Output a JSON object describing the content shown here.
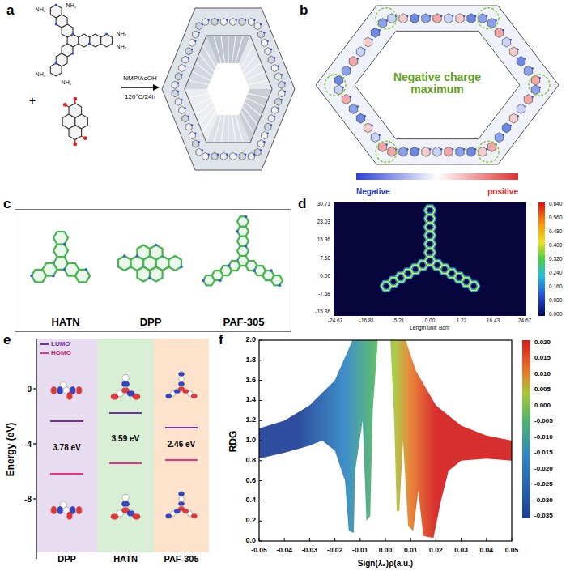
{
  "diagram": {
    "nodes": [
      {
        "text": [
          "HATN",
          "DPP",
          "PAF-305"
        ]
      },
      {
        "text": [
          "3.78 eV",
          "DPP"
        ]
      },
      {
        "text": [
          "3.59 eV",
          "HATN"
        ]
      },
      {
        "text": [
          "2.46 eV",
          "PAF-305"
        ]
      }
    ],
    "labels": [
      "a",
      "NH₂",
      "NH₂",
      "NH₂",
      "NH₂",
      "NH₂",
      "NH₂",
      "+",
      "NMP/AcOH",
      "120°C/24h",
      "b",
      "Negative charge maximum",
      "Negative",
      "positive",
      "c",
      "d",
      "30.71",
      "23.03",
      "15.36",
      "7.68",
      "0.00",
      "-7.68",
      "-15.36",
      "-24.67",
      "-16.81",
      "-5.21",
      "0.00",
      "1.22",
      "16.43",
      "24.67",
      "Length unit: Bohr",
      "0.640",
      "0.560",
      "0.480",
      "0.400",
      "0.320",
      "0.240",
      "0.160",
      "0.080",
      "0.000",
      "e",
      "Energy (eV)",
      "0",
      "-4",
      "-8",
      "f",
      "RDG",
      "2.0",
      "1.8",
      "1.6",
      "1.4",
      "1.2",
      "1.0",
      "0.8",
      "0.6",
      "0.4",
      "0.2",
      "0.0",
      "-0.05",
      "-0.04",
      "-0.03",
      "-0.02",
      "-0.01",
      "0.00",
      "0.01",
      "0.02",
      "0.03",
      "0.04",
      "0.05",
      "Sign(λ₂)ρ(a.u.)",
      "0.020",
      "0.015",
      "0.010",
      "0.005",
      "0.000",
      "-0.005",
      "-0.010",
      "-0.015",
      "-0.020",
      "-0.025",
      "-0.030",
      "-0.035"
    ],
    "legend": [
      {
        "text": "LUMO"
      },
      {
        "text": "HOMO"
      }
    ]
  }
}
